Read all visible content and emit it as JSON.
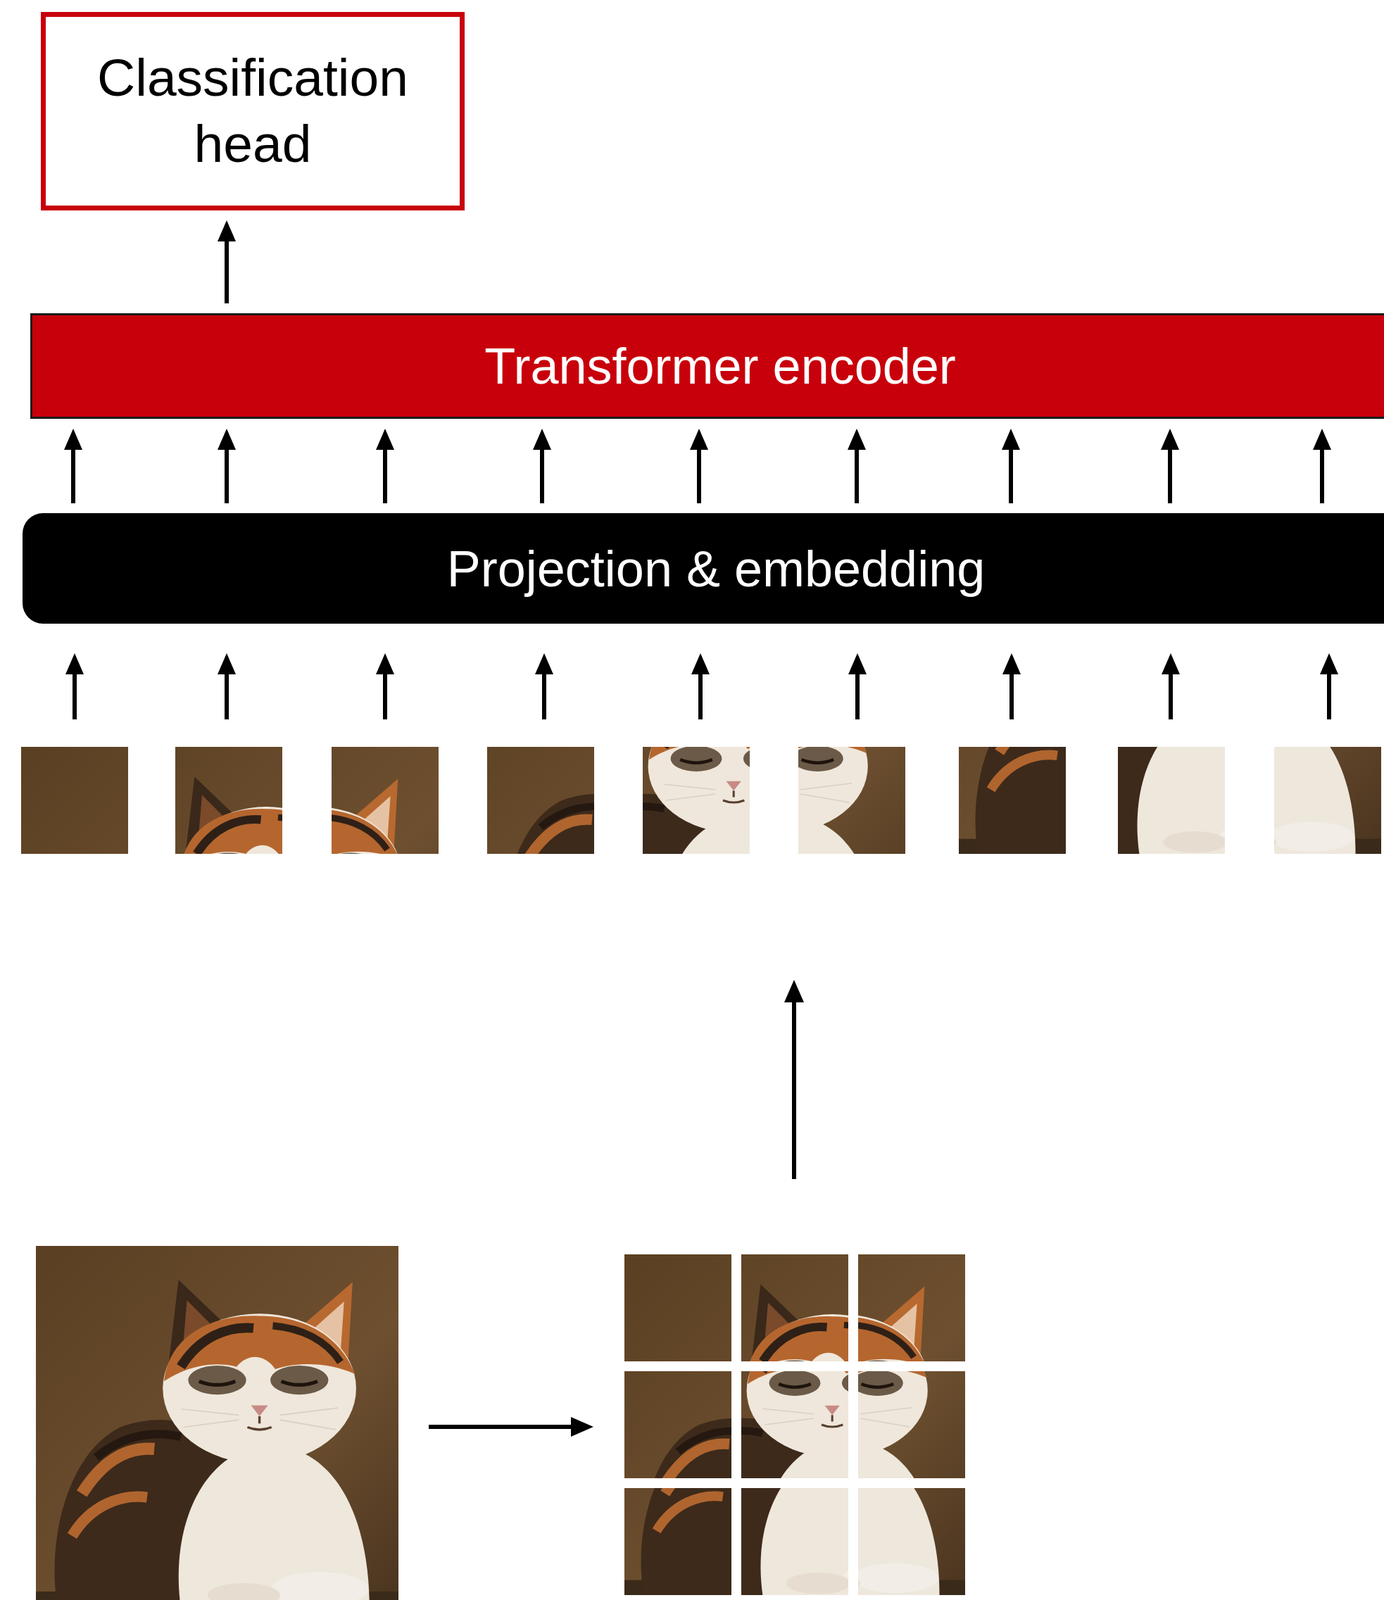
{
  "diagram": {
    "nodes": [
      {
        "text": [
          "Classification head"
        ]
      },
      {
        "text": [
          "Transformer encoder"
        ]
      },
      {
        "text": [
          "Projection & embedding"
        ]
      }
    ],
    "edges": [
      {
        "from": 1,
        "to": 0,
        "arrow": "to"
      },
      {
        "from": 2,
        "to": 1,
        "arrow": "to"
      },
      {
        "from": 2,
        "to": 1,
        "arrow": "to"
      },
      {
        "from": 2,
        "to": 1,
        "arrow": "to"
      },
      {
        "from": 2,
        "to": 1,
        "arrow": "to"
      },
      {
        "from": 2,
        "to": 1,
        "arrow": "to"
      },
      {
        "from": 2,
        "to": 1,
        "arrow": "to"
      },
      {
        "from": 2,
        "to": 1,
        "arrow": "to"
      },
      {
        "from": 2,
        "to": 1,
        "arrow": "to"
      },
      {
        "from": 2,
        "to": 1,
        "arrow": "to"
      }
    ]
  }
}
